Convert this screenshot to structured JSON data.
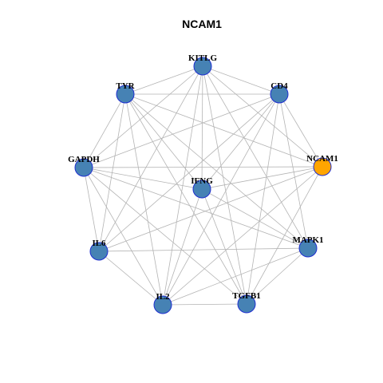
{
  "title": "NCAM1",
  "colors": {
    "default_node": "#4682b4",
    "highlight_node": "#ffa500",
    "node_border": "#1f2fd0",
    "edge": "#b4b4b4"
  },
  "nodes": [
    {
      "id": "KITLG",
      "label": "KITLG",
      "highlight": false
    },
    {
      "id": "CD4",
      "label": "CD4",
      "highlight": false
    },
    {
      "id": "NCAM1",
      "label": "NCAM1",
      "highlight": true
    },
    {
      "id": "MAPK1",
      "label": "MAPK1",
      "highlight": false
    },
    {
      "id": "TGFB1",
      "label": "TGFB1",
      "highlight": false
    },
    {
      "id": "IL2",
      "label": "IL2",
      "highlight": false
    },
    {
      "id": "IL6",
      "label": "IL6",
      "highlight": false
    },
    {
      "id": "GAPDH",
      "label": "GAPDH",
      "highlight": false
    },
    {
      "id": "TYR",
      "label": "TYR",
      "highlight": false
    },
    {
      "id": "IFNG",
      "label": "IFNG",
      "highlight": false
    }
  ],
  "edges": [
    [
      "KITLG",
      "CD4"
    ],
    [
      "KITLG",
      "NCAM1"
    ],
    [
      "KITLG",
      "MAPK1"
    ],
    [
      "KITLG",
      "TGFB1"
    ],
    [
      "KITLG",
      "IL2"
    ],
    [
      "KITLG",
      "IL6"
    ],
    [
      "KITLG",
      "GAPDH"
    ],
    [
      "KITLG",
      "TYR"
    ],
    [
      "KITLG",
      "IFNG"
    ],
    [
      "CD4",
      "NCAM1"
    ],
    [
      "CD4",
      "MAPK1"
    ],
    [
      "CD4",
      "TGFB1"
    ],
    [
      "CD4",
      "IL2"
    ],
    [
      "CD4",
      "IL6"
    ],
    [
      "CD4",
      "GAPDH"
    ],
    [
      "CD4",
      "TYR"
    ],
    [
      "CD4",
      "IFNG"
    ],
    [
      "NCAM1",
      "TGFB1"
    ],
    [
      "NCAM1",
      "IL2"
    ],
    [
      "NCAM1",
      "IL6"
    ],
    [
      "NCAM1",
      "GAPDH"
    ],
    [
      "NCAM1",
      "TYR"
    ],
    [
      "NCAM1",
      "IFNG"
    ],
    [
      "MAPK1",
      "TGFB1"
    ],
    [
      "MAPK1",
      "IL2"
    ],
    [
      "MAPK1",
      "IL6"
    ],
    [
      "MAPK1",
      "GAPDH"
    ],
    [
      "MAPK1",
      "TYR"
    ],
    [
      "MAPK1",
      "IFNG"
    ],
    [
      "TGFB1",
      "IL2"
    ],
    [
      "TGFB1",
      "GAPDH"
    ],
    [
      "TGFB1",
      "TYR"
    ],
    [
      "TGFB1",
      "IFNG"
    ],
    [
      "IL2",
      "IL6"
    ],
    [
      "IL2",
      "GAPDH"
    ],
    [
      "IL2",
      "TYR"
    ],
    [
      "IL2",
      "IFNG"
    ],
    [
      "IL6",
      "GAPDH"
    ],
    [
      "IL6",
      "TYR"
    ],
    [
      "GAPDH",
      "TYR"
    ],
    [
      "GAPDH",
      "IFNG"
    ],
    [
      "TYR",
      "IFNG"
    ]
  ]
}
